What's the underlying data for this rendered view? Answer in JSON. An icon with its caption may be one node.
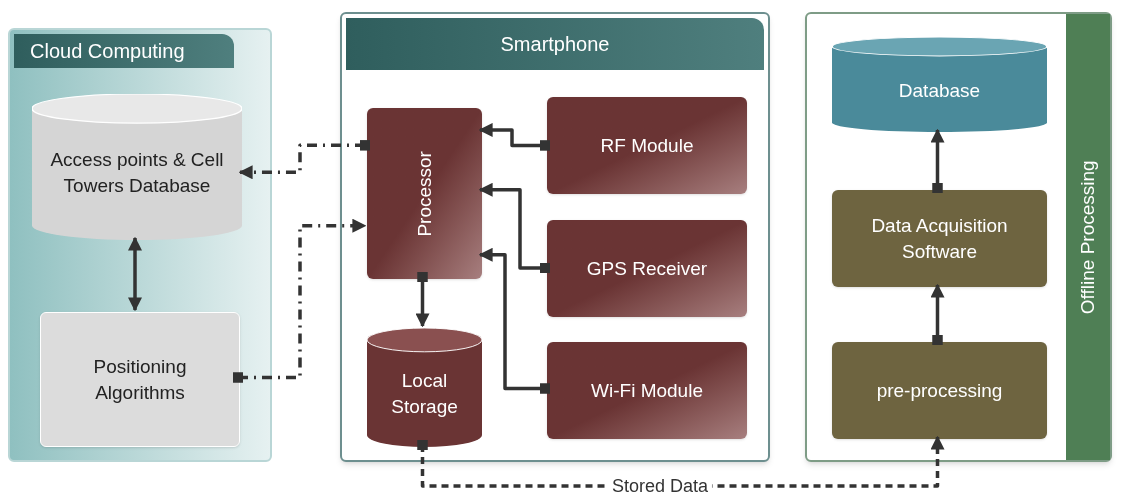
{
  "diagram": {
    "nodes": [
      {
        "text": [
          "Cloud Computing"
        ]
      },
      {
        "text": [
          "Access points & Cell Towers Database"
        ],
        "in": 0
      },
      {
        "text": [
          "Positioning Algorithms"
        ],
        "in": 0
      },
      {
        "text": [
          "Smartphone"
        ]
      },
      {
        "text": [
          "Processor"
        ],
        "in": 3
      },
      {
        "text": [
          "RF Module"
        ],
        "in": 3
      },
      {
        "text": [
          "GPS Receiver"
        ],
        "in": 3
      },
      {
        "text": [
          "Local Storage"
        ],
        "in": 3
      },
      {
        "text": [
          "Wi-Fi Module"
        ],
        "in": 3
      },
      {
        "text": [
          "Offline Processing"
        ]
      },
      {
        "text": [
          "Database"
        ],
        "in": 9
      },
      {
        "text": [
          "Data Acquisition Software"
        ],
        "in": 9
      },
      {
        "text": [
          "pre-processing"
        ],
        "in": 9
      }
    ],
    "edges": [
      {
        "from": 4,
        "to": 1,
        "arrow": "to",
        "style": "dashed"
      },
      {
        "from": 2,
        "to": 4,
        "arrow": "to",
        "style": "dashed"
      },
      {
        "from": 1,
        "to": 2,
        "arrow": "both"
      },
      {
        "from": 5,
        "to": 4,
        "arrow": "to"
      },
      {
        "from": 6,
        "to": 4,
        "arrow": "to"
      },
      {
        "from": 8,
        "to": 4,
        "arrow": "to"
      },
      {
        "from": 4,
        "to": 7,
        "arrow": "to"
      },
      {
        "from": 7,
        "to": 12,
        "arrow": "to",
        "style": "dashed",
        "label": "Stored Data"
      },
      {
        "from": 12,
        "to": 11,
        "arrow": "to"
      },
      {
        "from": 11,
        "to": 10,
        "arrow": "to"
      }
    ]
  }
}
